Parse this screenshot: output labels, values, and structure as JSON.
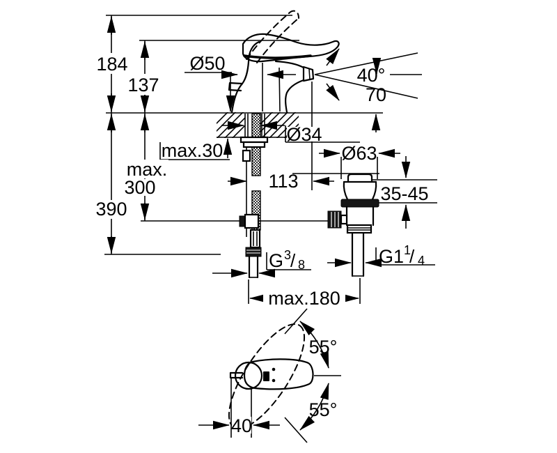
{
  "colors": {
    "background": "#ffffff",
    "line": "#000000"
  },
  "dims": {
    "total_height": "184",
    "height_to_spout": "137",
    "hose_height": "390",
    "max_hose_line1": "max.",
    "max_hose_line2": "300",
    "base_diameter": "Ø50",
    "spray_angle": "40°",
    "outlet_height": "70",
    "max_deck_thickness": "max.30",
    "hole_diameter": "Ø34",
    "waste_flange_diameter": "Ø63",
    "waste_clamp_range": "35-45",
    "outlet_projection": "113",
    "supply_thread_g": "G",
    "supply_thread_num": "3",
    "supply_thread_slash": "/",
    "supply_thread_den": "8",
    "waste_thread_g": "G1",
    "waste_thread_num": "1",
    "waste_thread_slash": "/",
    "waste_thread_den": "4",
    "max_waste_distance": "max.180",
    "handle_swivel_up": "55°",
    "handle_swivel_down": "55°",
    "handle_pivot_offset": "40"
  }
}
